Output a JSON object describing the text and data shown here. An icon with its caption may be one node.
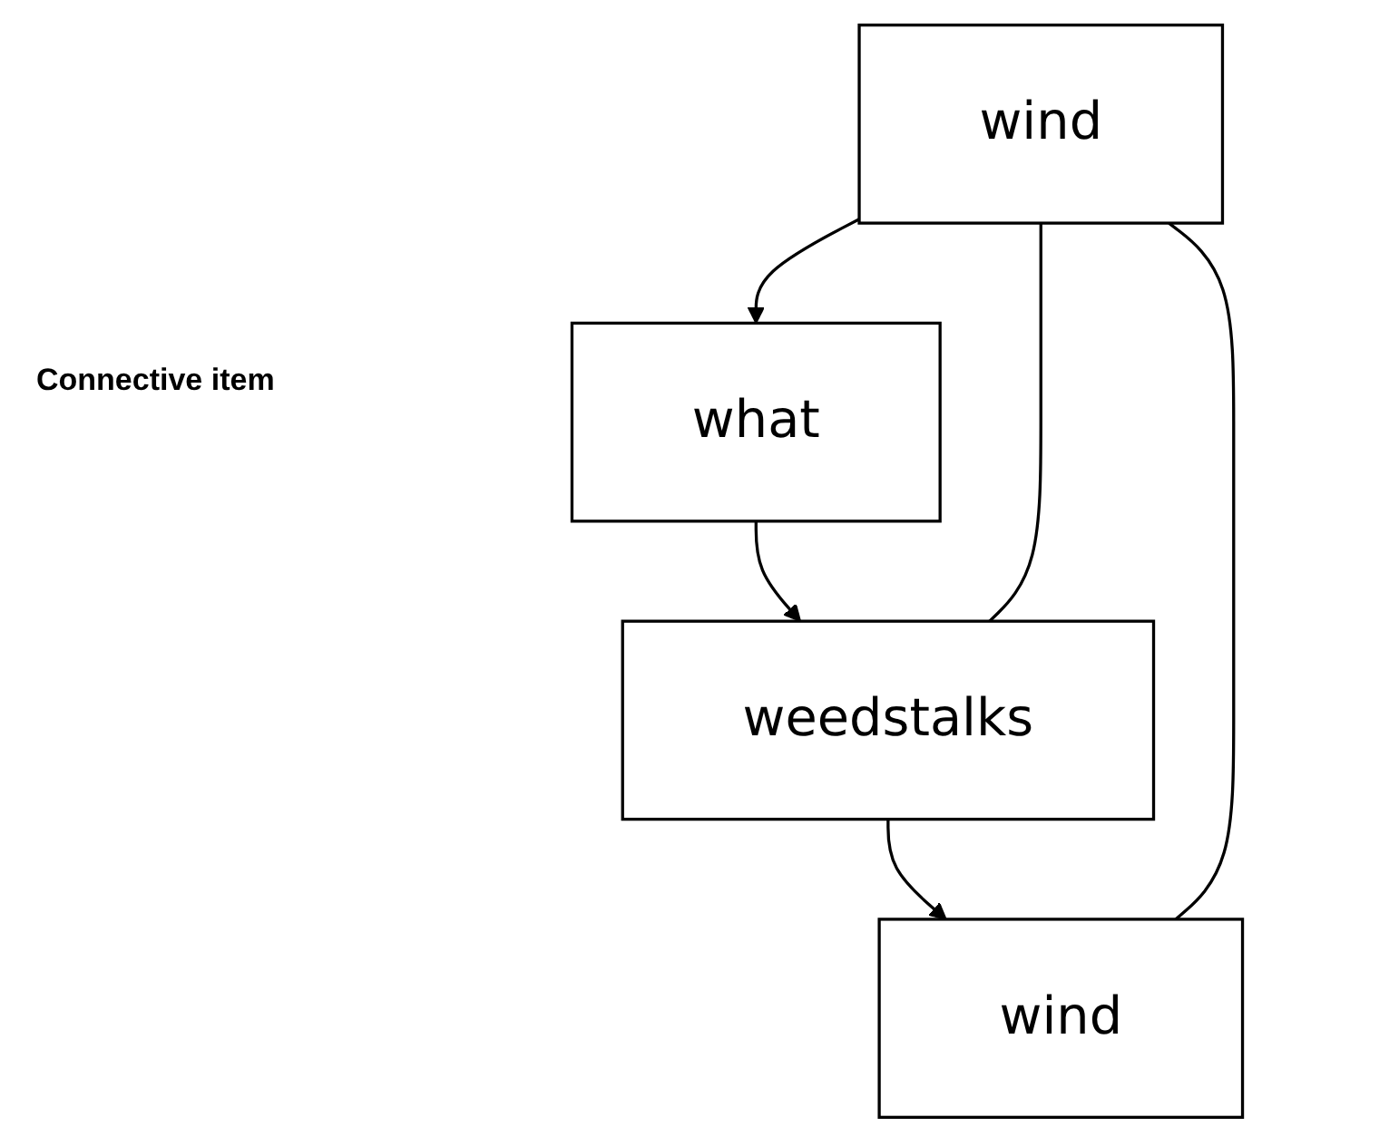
{
  "diagram": {
    "nodes": [
      {
        "text": [
          "wind"
        ]
      },
      {
        "text": [
          "what"
        ]
      },
      {
        "text": [
          "weedstalks"
        ]
      },
      {
        "text": [
          "wind"
        ]
      }
    ],
    "edges": [
      {
        "from": 0,
        "to": 1,
        "arrow": "to"
      },
      {
        "from": 1,
        "to": 2,
        "arrow": "to"
      },
      {
        "from": 2,
        "to": 3,
        "arrow": "to"
      },
      {
        "from": 0,
        "to": 2,
        "arrow": "none"
      },
      {
        "from": 0,
        "to": 3,
        "arrow": "none"
      }
    ],
    "labels": [
      "Connective item"
    ]
  }
}
